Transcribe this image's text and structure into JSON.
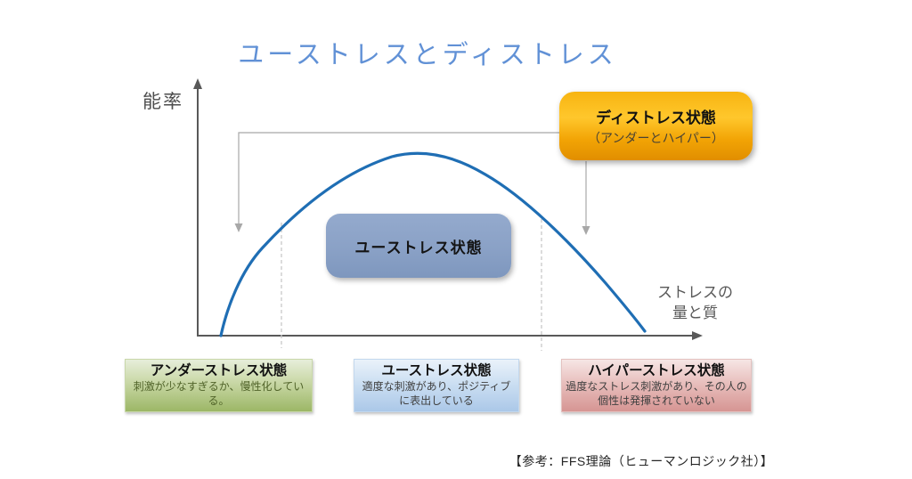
{
  "title": "ユーストレスとディストレス",
  "axes": {
    "y_label": "能率",
    "x_label_line1": "ストレスの",
    "x_label_line2": "量と質"
  },
  "callouts": {
    "distress": {
      "title": "ディストレス状態",
      "subtitle": "（アンダーとハイパー）"
    },
    "eustress": {
      "title": "ユーストレス状態"
    }
  },
  "zones": [
    {
      "title": "アンダーストレス状態",
      "description": "刺激が少なすぎるか、慢性化している。"
    },
    {
      "title": "ユーストレス状態",
      "description": "適度な刺激があり、ポジティブに表出している"
    },
    {
      "title": "ハイパーストレス状態",
      "description": "過度なストレス刺激があり、その人の個性は発揮されていない"
    }
  ],
  "reference": "【参考：FFS理論（ヒューマンロジック社）】",
  "colors": {
    "title_text": "#6191D6",
    "curve": "#1F6EB4",
    "axis": "#595959",
    "connector": "#A8A8A8",
    "dashed_guide": "#C8C8C8",
    "distress_box_top": "#FFC72C",
    "distress_box_bottom": "#E18E00",
    "eustress_box": "#8AA1C6",
    "zone_under_bottom": "#9CB766",
    "zone_eu_bottom": "#ABC8E8",
    "zone_hyper_bottom": "#D69593"
  }
}
